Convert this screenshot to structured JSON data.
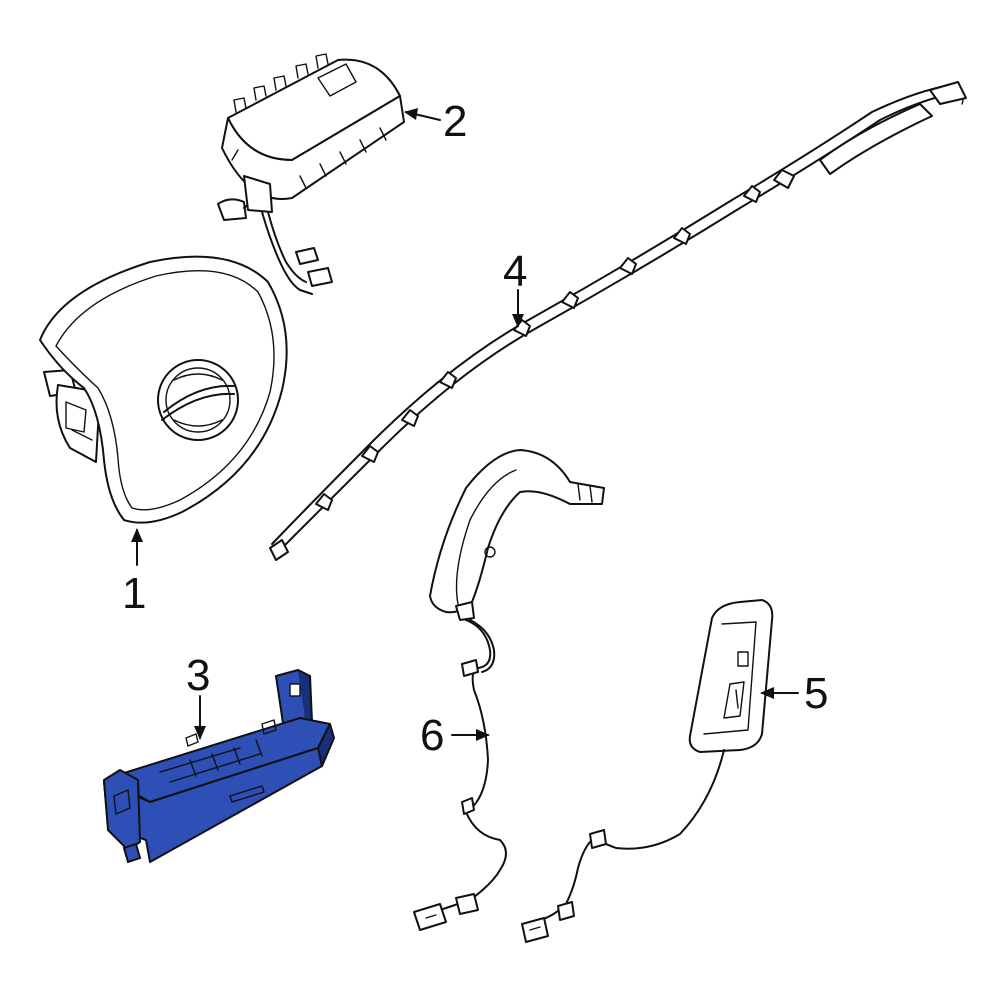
{
  "colors": {
    "line": "#111111",
    "background": "#ffffff",
    "highlight": "#2e4fb5",
    "highlight_dark": "#1a2f7a"
  },
  "highlighted_part": "3",
  "callouts": {
    "c1": "1",
    "c2": "2",
    "c3": "3",
    "c4": "4",
    "c5": "5",
    "c6": "6"
  }
}
